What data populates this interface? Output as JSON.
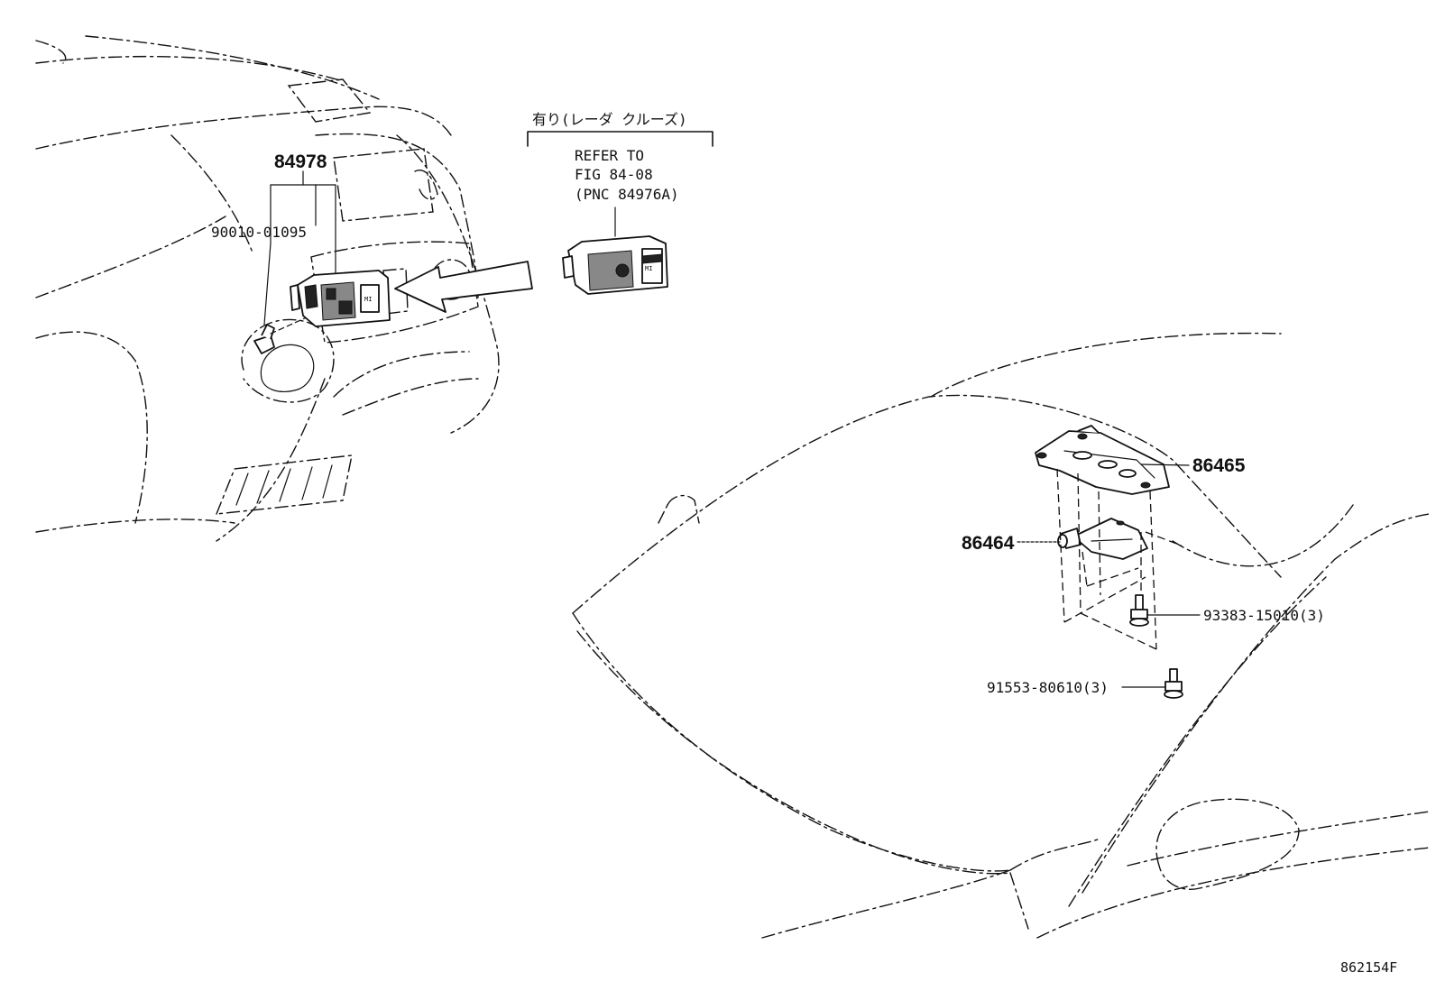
{
  "labels": {
    "bracket_note": "有り(レーダ クルーズ)",
    "refer_line1": "REFER TO",
    "refer_line2": "FIG 84-08",
    "refer_line3": "(PNC 84976A)",
    "part_84978": "84978",
    "part_90010": "90010-01095",
    "part_86465": "86465",
    "part_86464": "86464",
    "part_93383": "93383-15010(3)",
    "part_91553": "91553-80610(3)",
    "figure_id": "862154F"
  }
}
